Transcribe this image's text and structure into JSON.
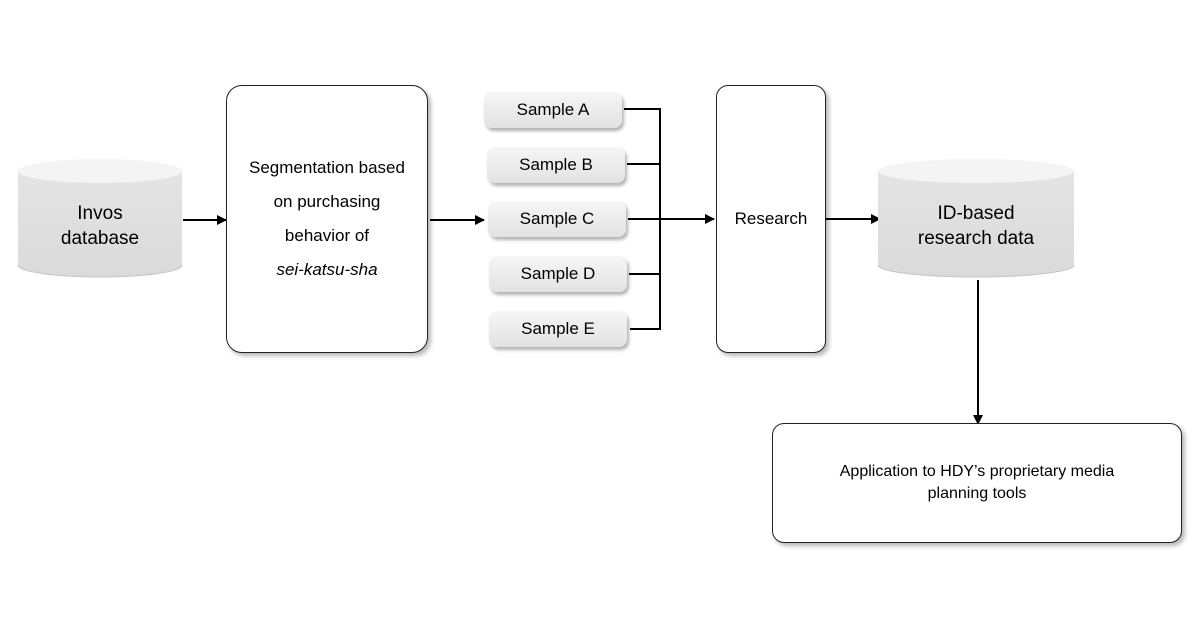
{
  "source": {
    "line1": "Invos",
    "line2": "database"
  },
  "segmentation": {
    "line1": "Segmentation based",
    "line2": "on purchasing",
    "line3": "behavior of",
    "line4": "sei-katsu-sha"
  },
  "samples": [
    "Sample A",
    "Sample B",
    "Sample C",
    "Sample D",
    "Sample E"
  ],
  "research": {
    "label": "Research"
  },
  "output": {
    "line1": "ID-based",
    "line2": "research data"
  },
  "application": {
    "line1": "Application to HDY’s proprietary media",
    "line2": "planning tools"
  }
}
